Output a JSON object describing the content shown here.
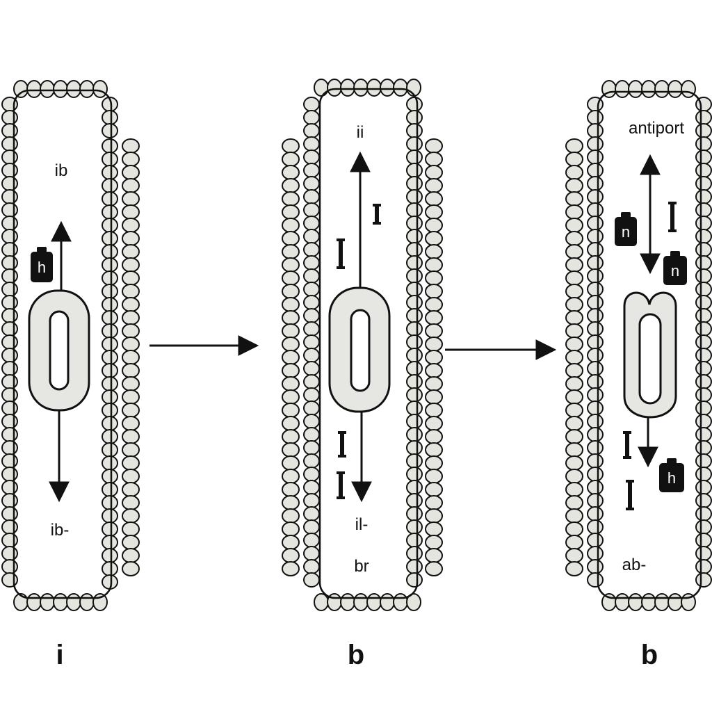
{
  "panels": [
    {
      "top_label": "ib",
      "bottom_label": "ib-",
      "extra_label": "",
      "badges": [
        "h"
      ],
      "caption": "i"
    },
    {
      "top_label": "ii",
      "bottom_label": "il-",
      "extra_label": "br",
      "badges": [],
      "caption": "b"
    },
    {
      "top_label": "antiport",
      "bottom_label": "ab-",
      "extra_label": "",
      "badges": [
        "n",
        "n",
        "h"
      ],
      "caption": "b"
    }
  ],
  "colors": {
    "lipid_fill": "#e4e5df",
    "outline": "#111111",
    "protein_fill": "#e6e7e2",
    "badge_fill": "#111111",
    "badge_text": "#ffffff"
  }
}
